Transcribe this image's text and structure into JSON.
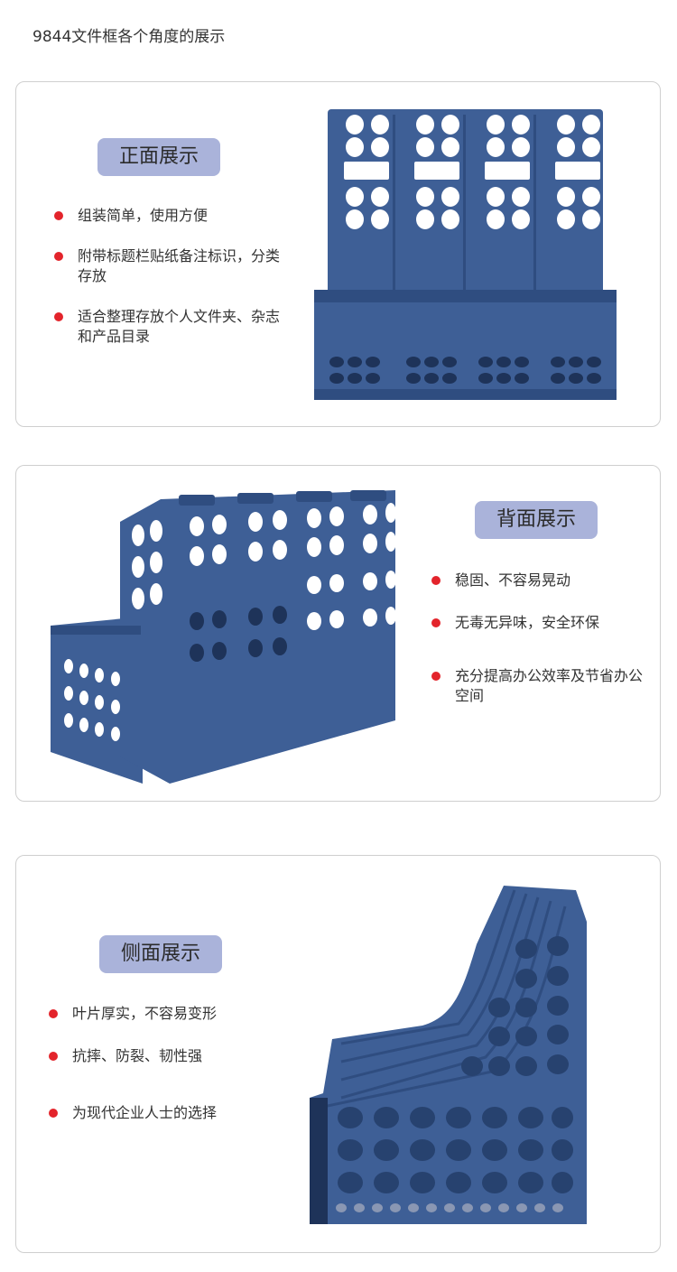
{
  "page": {
    "title": "9844文件框各个角度的展示"
  },
  "sections": [
    {
      "badge": "正面展示",
      "bullets": [
        "组装简单，使用方便",
        "附带标题栏贴纸备注标识，分类存放",
        "适合整理存放个人文件夹、杂志和产品目录"
      ]
    },
    {
      "badge": "背面展示",
      "bullets": [
        "稳固、不容易晃动",
        "无毒无异味，安全环保",
        "充分提高办公效率及节省办公空间"
      ]
    },
    {
      "badge": "侧面展示",
      "bullets": [
        "叶片厚实，不容易变形",
        "抗摔、防裂、韧性强",
        "为现代企业人士的选择"
      ]
    }
  ],
  "colors": {
    "product": "#3e5f96",
    "badge": "#aab3da",
    "bullet": "#e3242b"
  }
}
